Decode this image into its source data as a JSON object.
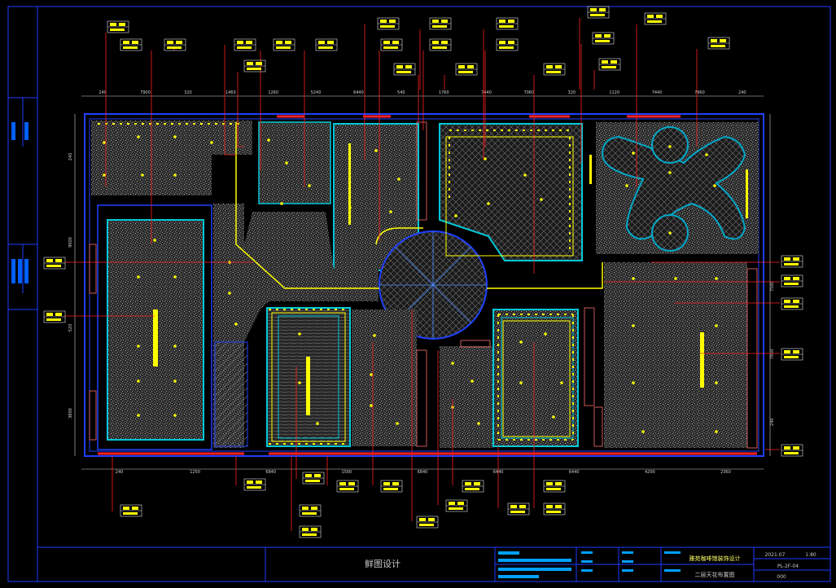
{
  "title_block": {
    "sheet_caption": "鲜图设计",
    "project": "雅苑咖啡馆装饰设计",
    "drawing_name": "二层天花布置图",
    "date": "2021.07",
    "scale": "1:80",
    "drawing_no": "PL-2F-04",
    "page": "000"
  },
  "dimensions": {
    "top": [
      "240",
      "7900",
      "320",
      "1460",
      "1260",
      "5240",
      "6440",
      "540",
      "1760",
      "7440",
      "7060",
      "320",
      "1120",
      "7440",
      "7960",
      "240"
    ],
    "bottom": [
      "240",
      "1250",
      "6840",
      "1500",
      "6840",
      "6440",
      "6440",
      "4200",
      "2360"
    ],
    "left": [
      "240",
      "9000",
      "520",
      "3800"
    ],
    "right": [
      "7500",
      "7950",
      "240"
    ]
  },
  "colors": {
    "background": "#000000",
    "frame": "#1e3cff",
    "wall": "#2040ff",
    "cyan": "#00c8d8",
    "fixture": "#ffff00",
    "leader": "#ff2020",
    "hatch": "#9a9a9a"
  }
}
